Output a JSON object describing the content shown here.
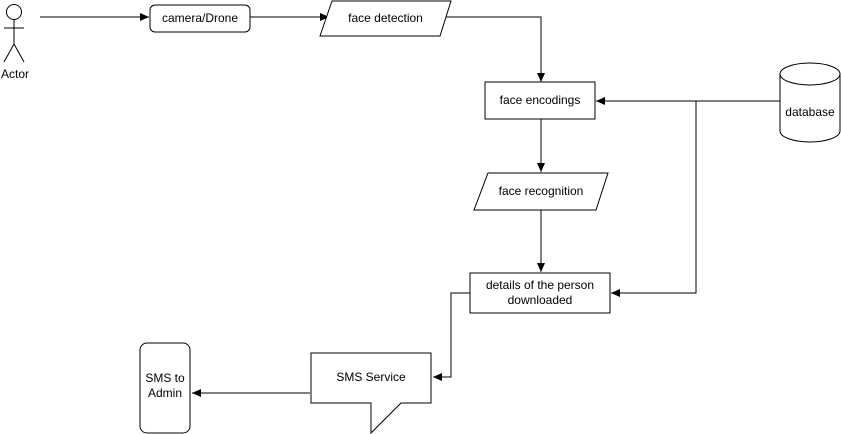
{
  "diagram": {
    "actor_label": "Actor",
    "camera_label": "camera/Drone",
    "face_detection_label": "face detection",
    "face_encodings_label": "face encodings",
    "database_label": "database",
    "face_recognition_label": "face recognition",
    "details_label": "details of the person downloaded",
    "sms_service_label": "SMS Service",
    "sms_admin_label": "SMS to Admin"
  }
}
